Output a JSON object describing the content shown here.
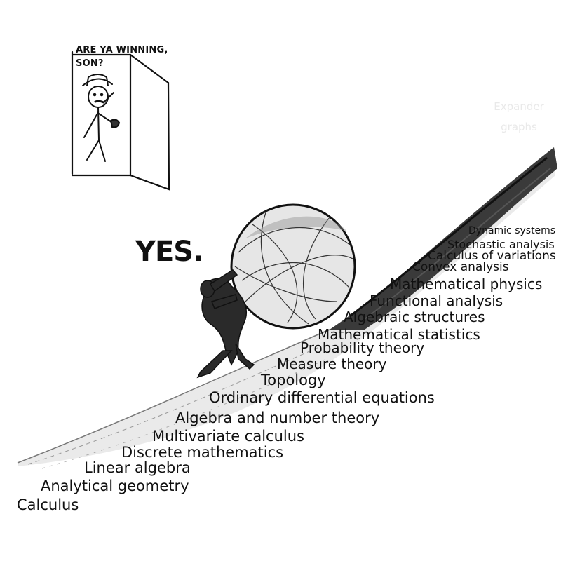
{
  "comic": {
    "caption_line1": "ARE YA WINNING,",
    "caption_line2": "SON?",
    "reply": "YES."
  },
  "faded_label": {
    "line1": "Expander",
    "line2": "graphs"
  },
  "topics": [
    "Calculus",
    "Analytical geometry",
    "Linear algebra",
    "Discrete mathematics",
    "Multivariate calculus",
    "Algebra and number theory",
    "Ordinary differential equations",
    "Topology",
    "Measure theory",
    "Probability theory",
    "Mathematical statistics",
    "Algebraic structures",
    "Functional analysis",
    "Mathematical physics",
    "Convex analysis",
    "Calculus of variations",
    "Stochastic analysis",
    "Dynamic systems"
  ]
}
